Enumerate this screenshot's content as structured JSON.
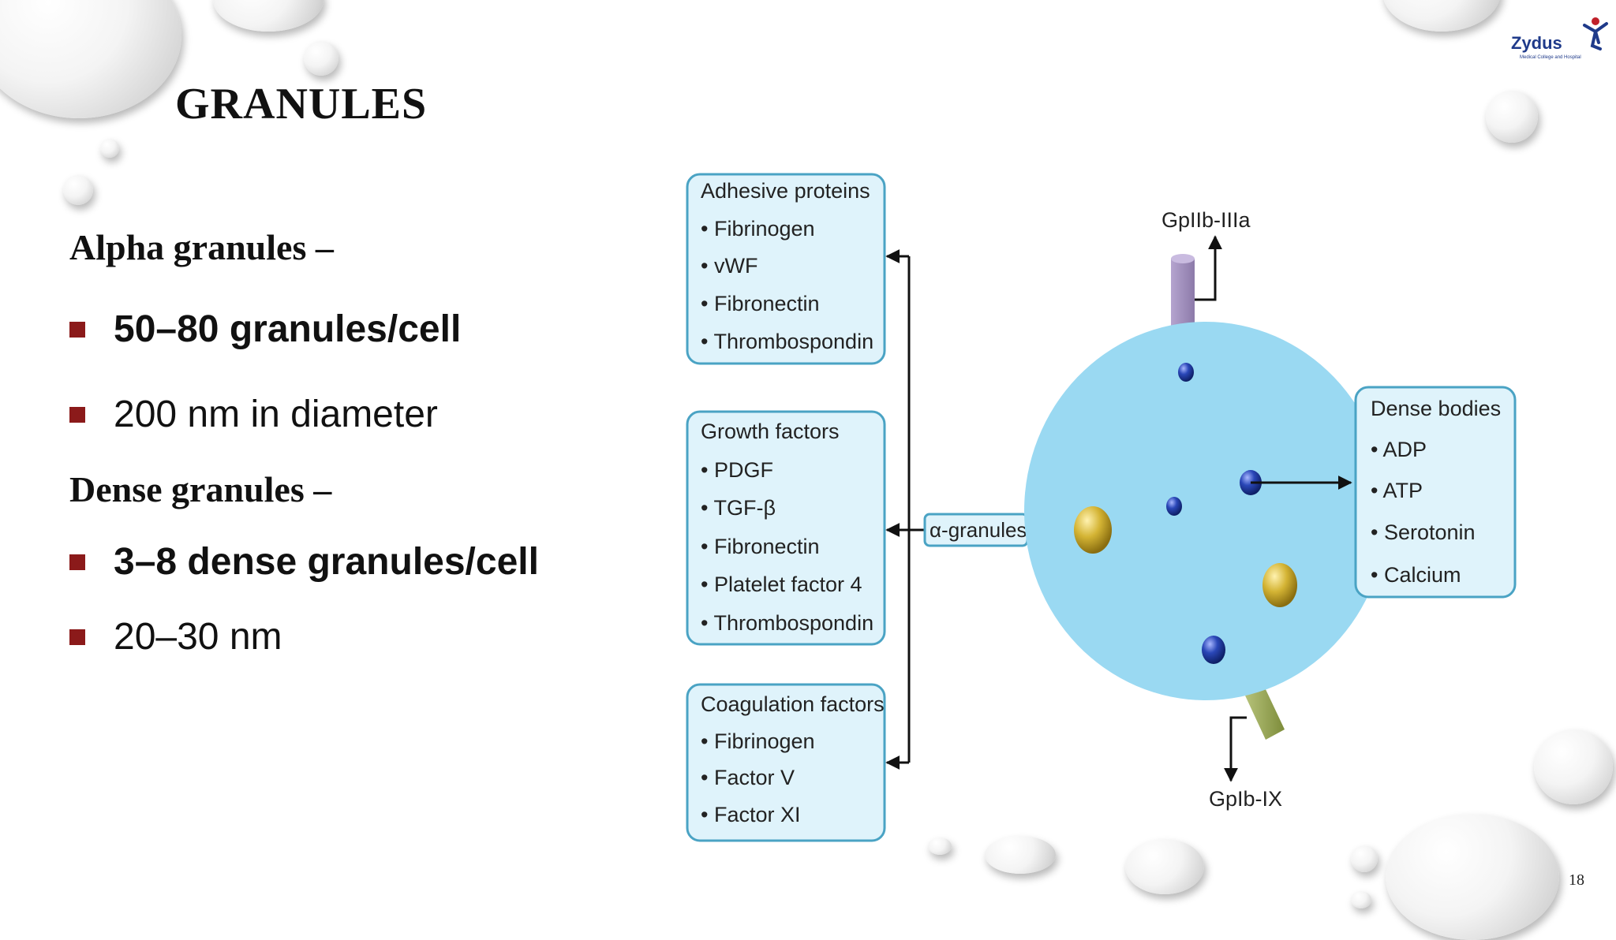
{
  "slide": {
    "title": "GRANULES",
    "page_number": "18"
  },
  "content": {
    "alpha_heading": "Alpha granules –",
    "alpha_items": [
      "50–80 granules/cell",
      "200 nm in diameter"
    ],
    "dense_heading": "Dense granules –",
    "dense_items": [
      "3–8 dense granules/cell",
      "20–30 nm"
    ]
  },
  "logo": {
    "text": "Zydus",
    "subtext": "Medical College and Hospital"
  },
  "diagram": {
    "adhesive": {
      "title": "Adhesive proteins",
      "items": [
        "• Fibrinogen",
        "• vWF",
        "• Fibronectin",
        "• Thrombospondin"
      ]
    },
    "growth": {
      "title": "Growth factors",
      "items": [
        "• PDGF",
        "• TGF-β",
        "• Fibronectin",
        "• Platelet factor 4",
        "• Thrombospondin"
      ]
    },
    "coag": {
      "title": "Coagulation factors",
      "items": [
        "• Fibrinogen",
        "• Factor V",
        "• Factor XI"
      ]
    },
    "alpha_label": "α-granules",
    "dense_bodies": {
      "title": "Dense bodies",
      "items": [
        "• ADP",
        "• ATP",
        "• Serotonin",
        "• Calcium"
      ]
    },
    "receptor_top": "GpIIb-IIIa",
    "receptor_bottom": "GpIb-IX"
  },
  "colors": {
    "bullet": "#8b1a1a",
    "box_fill": "#dff3fb",
    "box_border": "#4aa3c4",
    "platelet": "#9ad9f2",
    "dense_granule": "#2a47b8",
    "alpha_granule": "#d4b434"
  }
}
